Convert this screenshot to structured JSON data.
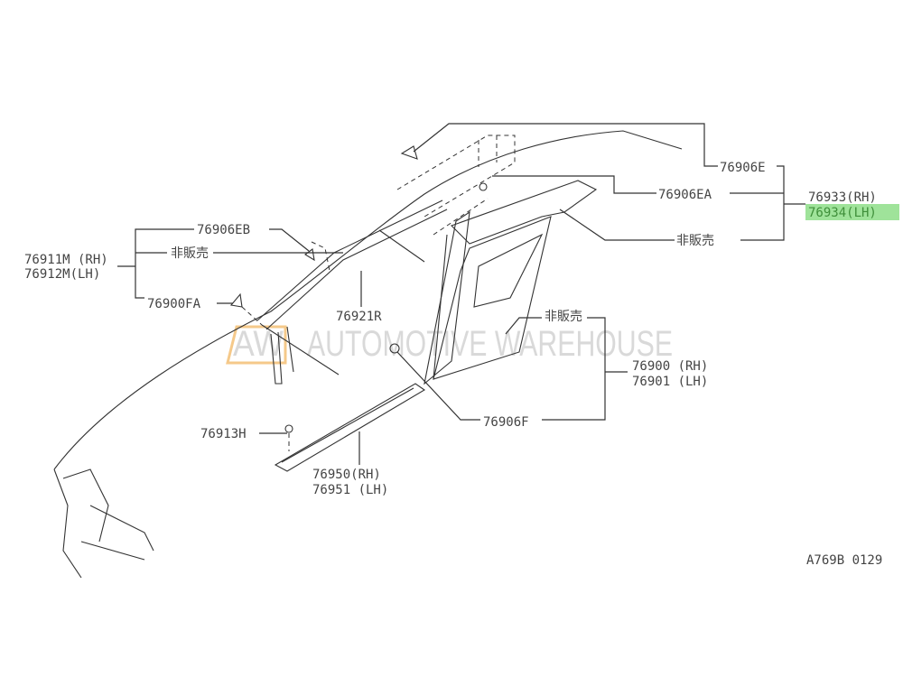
{
  "watermark": {
    "logo": "AW",
    "text": "AUTOMOTIVE WAREHOUSE"
  },
  "labels": {
    "p76906E": "76906E",
    "p76906EA": "76906EA",
    "p76933": "76933(RH)",
    "p76934": "76934(LH)",
    "nfs_right": "非販売",
    "p76906EB": "76906EB",
    "nfs_left": "非販売",
    "p76911M": "76911M (RH)",
    "p76912M": "76912M(LH)",
    "p76900FA": "76900FA",
    "p76921R": "76921R",
    "nfs_center": "非販売",
    "p76900": "76900 (RH)",
    "p76901": "76901 (LH)",
    "p76906F": "76906F",
    "p76913H": "76913H",
    "p76950": "76950(RH)",
    "p76951": "76951 (LH)",
    "diagram_code": "A769B 0129"
  },
  "highlight_color": "#9fe39a",
  "highlight_text_color": "#3f8f3a"
}
